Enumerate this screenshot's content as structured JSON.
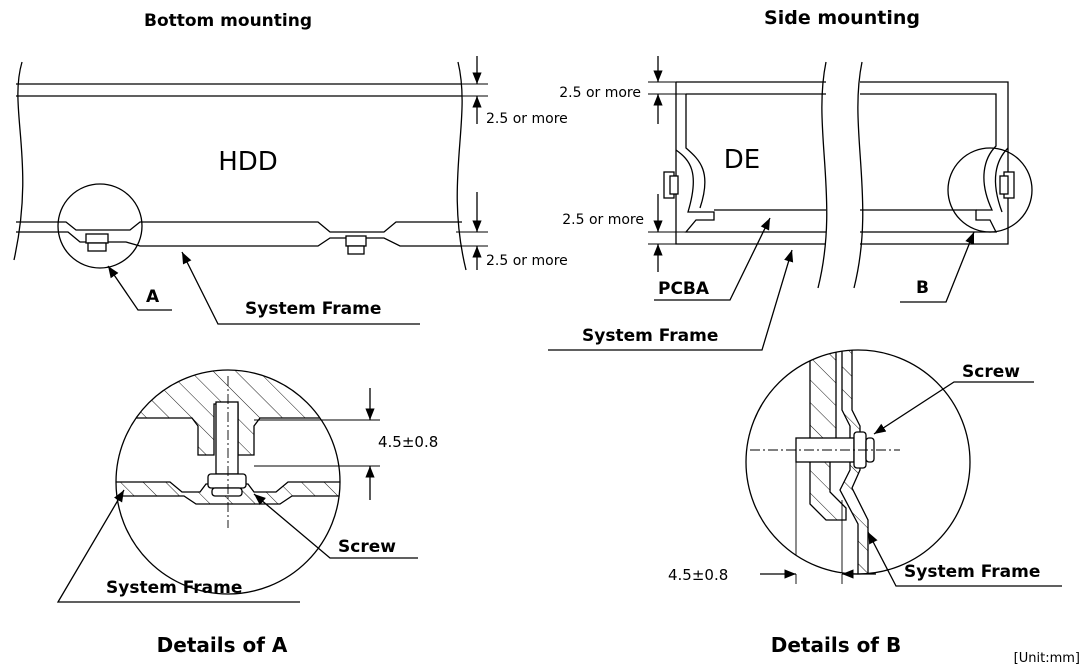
{
  "bottom": {
    "title": "Bottom mounting",
    "hdd_label": "HDD",
    "dim_top": "2.5 or more",
    "dim_bottom": "2.5 or more",
    "callout_a": "A",
    "frame_label": "System Frame"
  },
  "side": {
    "title": "Side mounting",
    "de_label": "DE",
    "dim_top": "2.5 or more",
    "dim_bottom": "2.5 or more",
    "pcba_label": "PCBA",
    "callout_b": "B",
    "frame_label": "System Frame"
  },
  "detail_a": {
    "title": "Details of A",
    "dimension": "4.5±0.8",
    "screw_label": "Screw",
    "frame_label": "System Frame"
  },
  "detail_b": {
    "title": "Details of B",
    "dimension": "4.5±0.8",
    "screw_label": "Screw",
    "frame_label": "System Frame"
  },
  "unit_label": "[Unit:mm]"
}
